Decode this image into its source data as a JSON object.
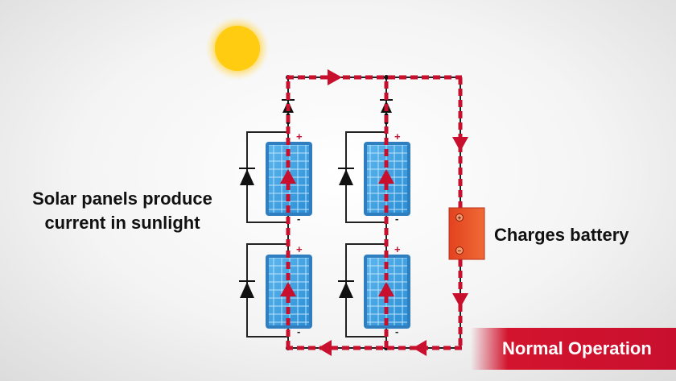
{
  "left_caption": {
    "line1": "Solar panels produce",
    "line2": "current in sunlight"
  },
  "battery": {
    "caption": "Charges battery",
    "plus": "+",
    "minus": "−"
  },
  "banner": {
    "text": "Normal Operation"
  },
  "panel_terminals": {
    "plus": "+",
    "minus": "-"
  },
  "colors": {
    "current_path": "#c8102e",
    "panel_blue": "#3a9fe0",
    "battery_orange": "#e8542a",
    "sun_yellow": "#ffd21a",
    "banner_red": "#c8102e"
  },
  "icons": [
    "sun-icon",
    "solar-panel-icon",
    "bypass-diode-icon",
    "blocking-diode-icon",
    "battery-icon"
  ]
}
